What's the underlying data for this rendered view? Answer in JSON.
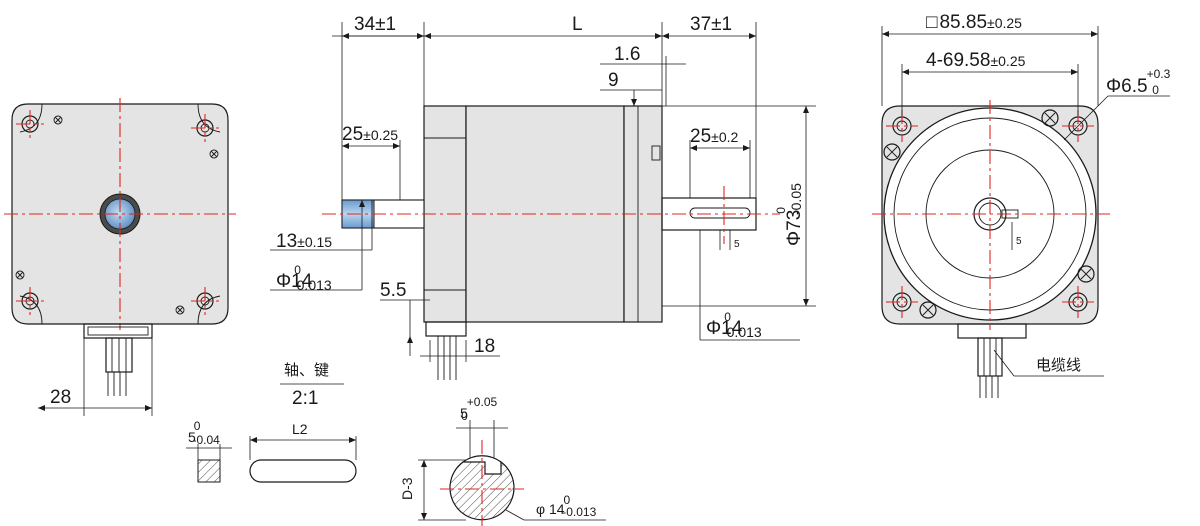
{
  "front": {
    "dim_28": "28"
  },
  "side": {
    "dim_34": "34±1",
    "dim_L": "L",
    "dim_37": "37±1",
    "dim_1_6": "1.6",
    "dim_9": "9",
    "dim_25a_main": "25",
    "dim_25a_tol": "±0.25",
    "dim_25b_main": "25",
    "dim_25b_tol": "±0.2",
    "dim_13_main": "13",
    "dim_13_tol": "±0.15",
    "dim_phi14_main": "Φ14",
    "dim_phi14_up": "0",
    "dim_phi14_low": "-0.013",
    "dim_5_5": "5.5",
    "dim_18": "18",
    "dim_phi73_main": "Φ73",
    "dim_phi73_up": "0",
    "dim_phi73_low": "-0.05",
    "dim_5_small": "5",
    "dim_phi14b_main": "Φ14",
    "dim_phi14b_up": "0",
    "dim_phi14b_low": "-0.013"
  },
  "detail": {
    "scale_label": "轴、键",
    "scale_value": "2:1",
    "key_width_main": "5",
    "key_width_up": "0",
    "key_width_low": "-0.04",
    "key_length": "L2",
    "slot_main": "5",
    "slot_up": "+0.05",
    "slot_low": "0",
    "d3": "D-3",
    "phi14_main": "φ 14",
    "phi14_up": "0",
    "phi14_low": "-0.013"
  },
  "right": {
    "square_symbol": "□",
    "square_dim_main": "85.85",
    "square_dim_tol": "±0.25",
    "hole_pitch_main": "4-69.58",
    "hole_pitch_tol": "±0.25",
    "hole_dia_main": "Φ6.5",
    "hole_dia_up": "+0.3",
    "hole_dia_low": "0",
    "key_5": "5",
    "cable_label": "电缆线"
  },
  "colors": {
    "centerline": "#e0261f",
    "body": "#e4e4e4",
    "shaft": "#8fb8e0",
    "line": "#1a1a1a"
  }
}
